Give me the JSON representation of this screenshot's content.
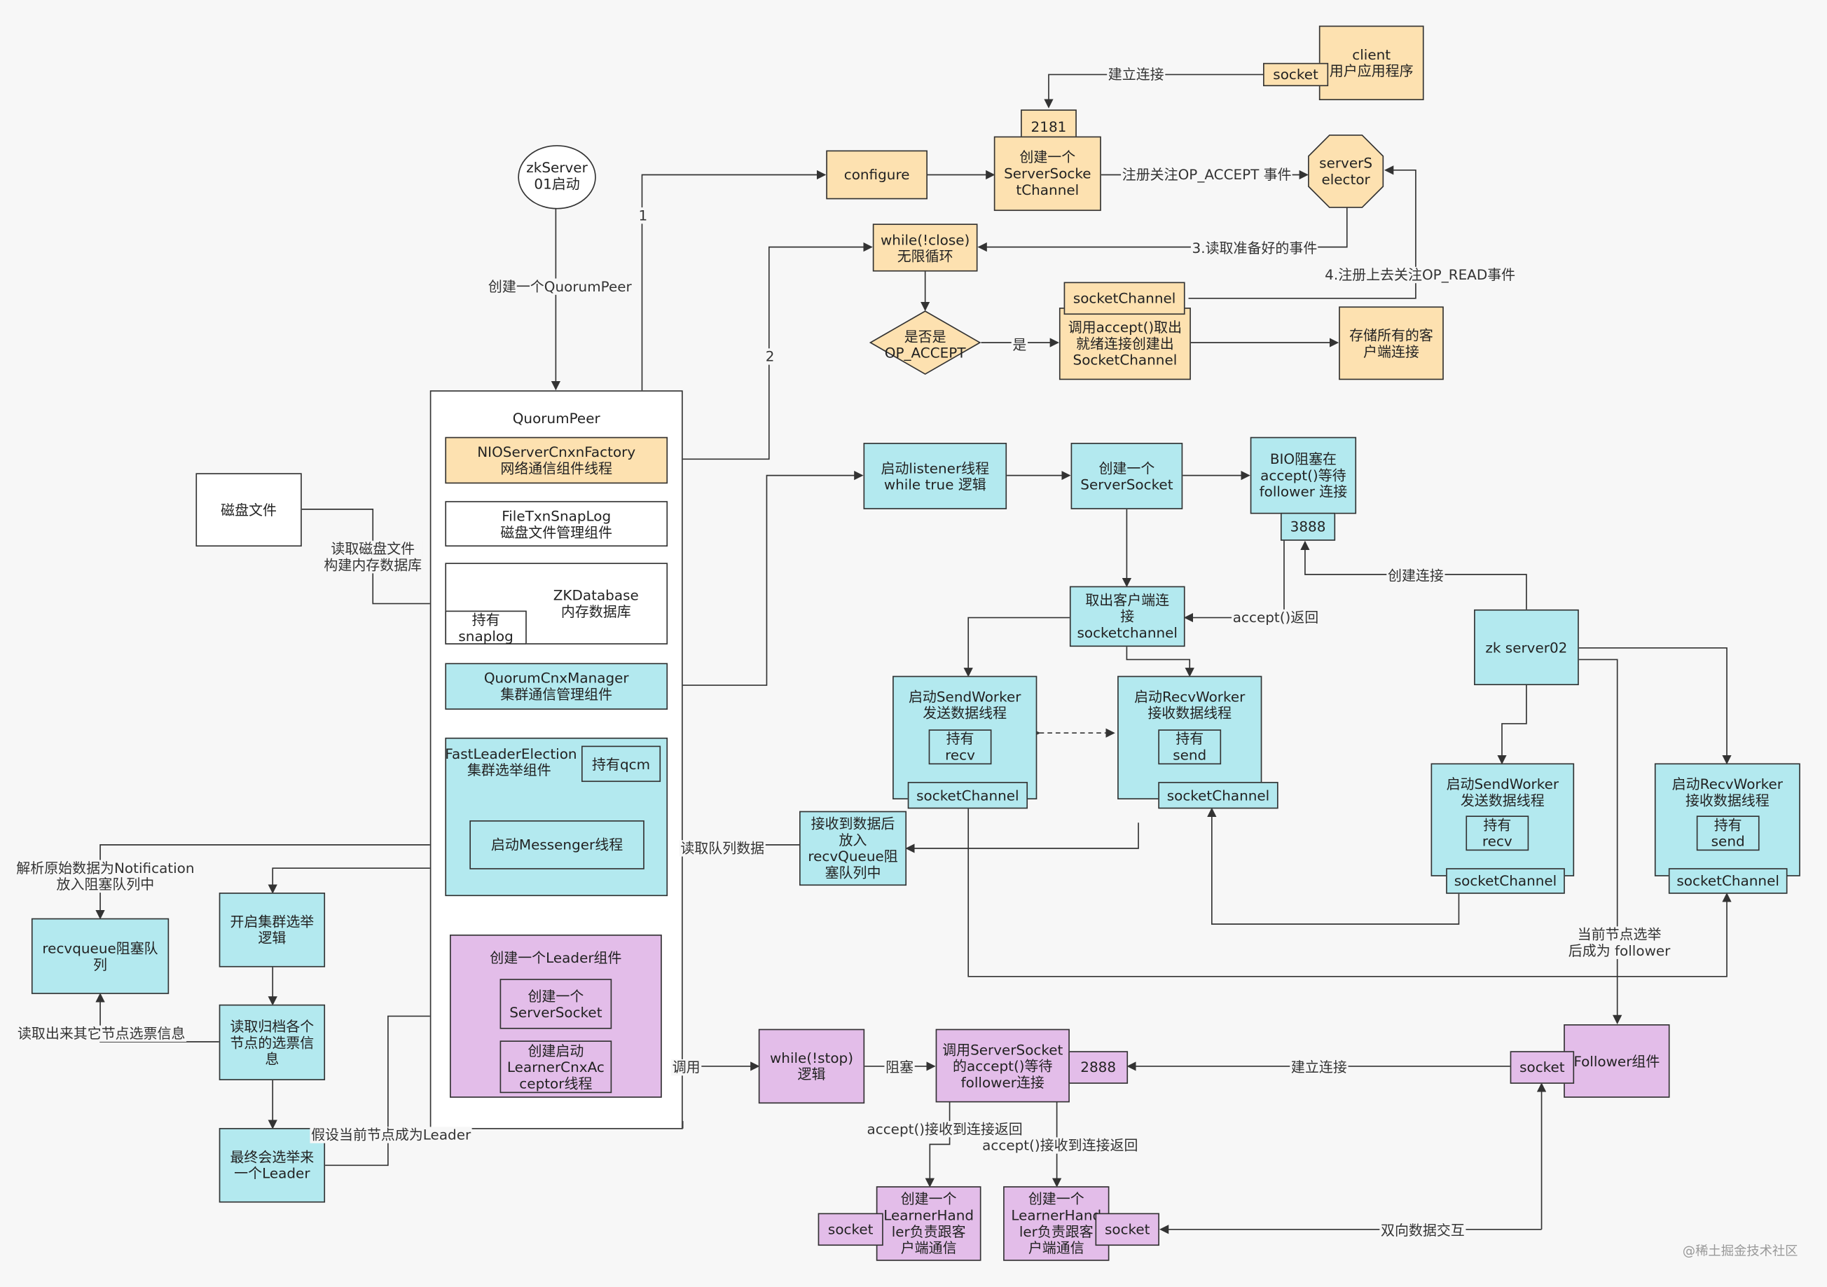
{
  "boxes": {
    "client": "client\n用户应用程序",
    "client_socket": "socket",
    "port_2181": "2181",
    "server_socket_channel": "创建一个\nServerSocke\ntChannel",
    "selector": "serverS\nelector",
    "zkserver01": "zkServer\n01启动",
    "configure": "configure",
    "while_close": "while(!close)\n无限循环",
    "is_op_accept": "是否是\nOP_ACCEPT",
    "socket_channel_tag": "socketChannel",
    "accept_create": "调用accept()取出\n就绪连接创建出\nSocketChannel",
    "store_clients": "存储所有的客\n户端连接",
    "quorum_peer_title": "QuorumPeer",
    "nio_factory": "NIOServerCnxnFactory\n网络通信组件线程",
    "disk_file": "磁盘文件",
    "file_txn_snap_log": "FileTxnSnapLog\n磁盘文件管理组件",
    "zk_database": "ZKDatabase\n内存数据库",
    "hold_snaplog": "持有\nsnaplog",
    "quorum_cnx_manager": "QuorumCnxManager\n集群通信管理组件",
    "fast_leader_election": "FastLeaderElection\n集群选举组件",
    "hold_qcm": "持有qcm",
    "start_messenger": "启动Messenger线程",
    "create_leader": "创建一个Leader组件",
    "leader_server_socket": "创建一个\nServerSocket",
    "learner_cnx_acceptor": "创建启动\nLearnerCnxAc\nceptor线程",
    "recv_queue": "recvqueue阻塞队\n列",
    "start_election": "开启集群选举\n逻辑",
    "read_votes": "读取归档各个\n节点的选票信\n息",
    "elect_leader": "最终会选举来\n一个Leader",
    "listener_thread": "启动listener线程\nwhile true 逻辑",
    "create_server_socket": "创建一个\nServerSocket",
    "bio_block": "BIO阻塞在\naccept()等待\nfollower 连接",
    "port_3888": "3888",
    "take_client_conn": "取出客户端连\n接\nsocketchannel",
    "send_worker": "启动SendWorker\n发送数据线程",
    "send_hold_recv": "持有\nrecv",
    "send_socket_channel": "socketChannel",
    "recv_worker": "启动RecvWorker\n接收数据线程",
    "recv_hold_send": "持有\nsend",
    "recv_socket_channel": "socketChannel",
    "recv_put_queue": "接收到数据后\n放入\nrecvQueue阻\n塞队列中",
    "zk_server02": "zk server02",
    "s2_send_worker": "启动SendWorker\n发送数据线程",
    "s2_send_hold_recv": "持有\nrecv",
    "s2_send_socket_channel": "socketChannel",
    "s2_recv_worker": "启动RecvWorker\n接收数据线程",
    "s2_recv_hold_send": "持有\nsend",
    "s2_recv_socket_channel": "socketChannel",
    "while_stop": "while(!stop)\n逻辑",
    "call_accept": "调用ServerSocket\n的accept()等待\nfollower连接",
    "port_2888": "2888",
    "follower": "Follower组件",
    "follower_socket": "socket",
    "learner_handler_1": "创建一个\nLearnerHand\nler负责跟客\n户端通信",
    "learner_socket_1": "socket",
    "learner_handler_2": "创建一个\nLearnerHand\nler负责跟客\n户端通信",
    "learner_socket_2": "socket"
  },
  "labels": {
    "build_conn_top": "建立连接",
    "register_accept": "注册关注OP_ACCEPT 事件",
    "read_ready": "3.读取准备好的事件",
    "register_read": "4.注册上去关注OP_READ事件",
    "yes": "是",
    "create_quorum_peer": "创建一个QuorumPeer",
    "one": "1",
    "two": "2",
    "read_disk": "读取磁盘文件\n构建内存数据库",
    "accept_return": "accept()返回",
    "create_conn": "创建连接",
    "read_queue": "读取队列数据",
    "parse_notification": "解析原始数据为Notification\n放入阻塞队列中",
    "read_other_votes": "读取出来其它节点选票信息",
    "assume_leader": "假设当前节点成为Leader",
    "call": "调用",
    "block": "阻塞",
    "build_conn_bottom": "建立连接",
    "elected_follower": "当前节点选举\n后成为 follower",
    "accept_recv_1": "accept()接收到连接返回",
    "accept_recv_2": "accept()接收到连接返回",
    "bidirectional": "双向数据交互"
  },
  "watermark": "@稀土掘金技术社区"
}
